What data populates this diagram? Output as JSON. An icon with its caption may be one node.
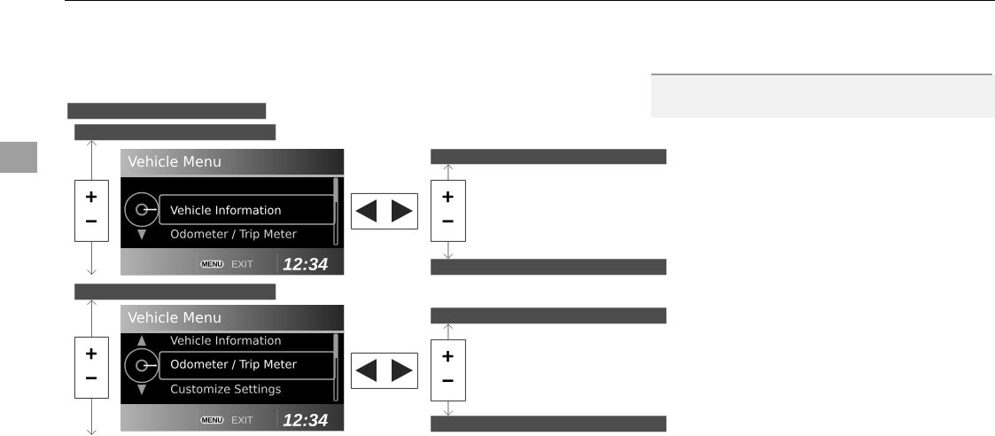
{
  "diagram": {
    "nodes": [
      {
        "text": [],
        "shape": "bar"
      },
      {
        "text": [],
        "shape": "bar"
      },
      {
        "text": [
          "Vehicle Menu",
          "Vehicle Information",
          "Odometer / Trip Meter",
          "MENU",
          "EXIT",
          "12:34"
        ]
      },
      {
        "text": [
          "+",
          "−"
        ]
      },
      {
        "text": [],
        "shape": "box"
      },
      {
        "text": [],
        "shape": "bar"
      },
      {
        "text": [
          "+",
          "−"
        ]
      },
      {
        "text": [],
        "shape": "bar"
      },
      {
        "text": [],
        "shape": "bar"
      },
      {
        "text": [
          "Vehicle Menu",
          "Vehicle Information",
          "Odometer / Trip Meter",
          "Customize Settings",
          "MENU",
          "EXIT",
          "12:34"
        ]
      },
      {
        "text": [
          "+",
          "−"
        ]
      },
      {
        "text": [],
        "shape": "box"
      },
      {
        "text": [],
        "shape": "bar"
      },
      {
        "text": [
          "+",
          "−"
        ]
      },
      {
        "text": [],
        "shape": "bar"
      }
    ],
    "edges": [
      {
        "from": 3,
        "to": 1,
        "arrow": "to"
      },
      {
        "from": 3,
        "to": 8,
        "arrow": "to"
      },
      {
        "from": 6,
        "to": 5,
        "arrow": "to"
      },
      {
        "from": 6,
        "to": 7,
        "arrow": "to"
      },
      {
        "from": 10,
        "to": 8,
        "arrow": "to"
      },
      {
        "from": 10,
        "to": null,
        "arrow": "to"
      },
      {
        "from": 13,
        "to": 12,
        "arrow": "to"
      },
      {
        "from": 13,
        "to": 14,
        "arrow": "to"
      }
    ]
  }
}
